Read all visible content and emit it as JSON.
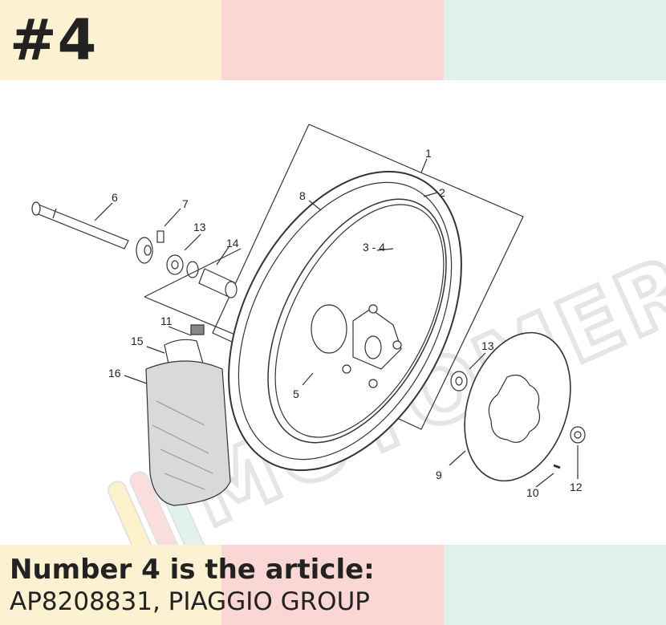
{
  "badge": "#4",
  "caption": {
    "title": "Number 4 is the article:",
    "subtitle": "AP8208831, PIAGGIO GROUP"
  },
  "parts": {
    "p1": "1",
    "p2": "2",
    "p34": "3 - 4",
    "p5": "5",
    "p6": "6",
    "p7": "7",
    "p8": "8",
    "p9": "9",
    "p10": "10",
    "p11": "11",
    "p12": "12",
    "p13a": "13",
    "p13b": "13",
    "p14": "14",
    "p15": "15",
    "p16": "16"
  },
  "watermark": "MOTOMERCIA",
  "colors": {
    "band_yellow": "#fcf2d2",
    "band_pink": "#fad7d4",
    "band_green": "#e0f1ea",
    "text": "#222222"
  }
}
